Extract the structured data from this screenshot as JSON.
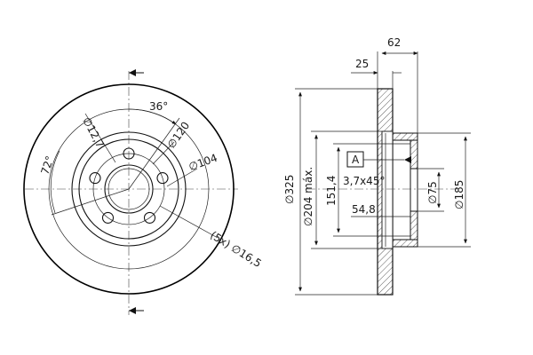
{
  "drawing": {
    "front_view": {
      "bolt_count_label": "(5x)",
      "bolt_hole_diameter": "16,5",
      "pcd": "120",
      "center_bore_ring": "104",
      "small_hole": "12,7",
      "angle_1": "36°",
      "angle_2": "72°",
      "bolt_count": 5
    },
    "side_view": {
      "overall_width": "62",
      "hat_offset": "25",
      "outer_diameter": "325",
      "inner_friction_diameter": "204 máx.",
      "hat_outer": "151,4",
      "chamfer": "3,7x45°",
      "center_bore": "54,8",
      "hub_face": "75",
      "hat_diameter": "185",
      "datum_label": "A"
    },
    "diameter_symbol": "∅",
    "colors": {
      "line": "#111111",
      "hatch": "#333333",
      "background": "#ffffff"
    }
  }
}
